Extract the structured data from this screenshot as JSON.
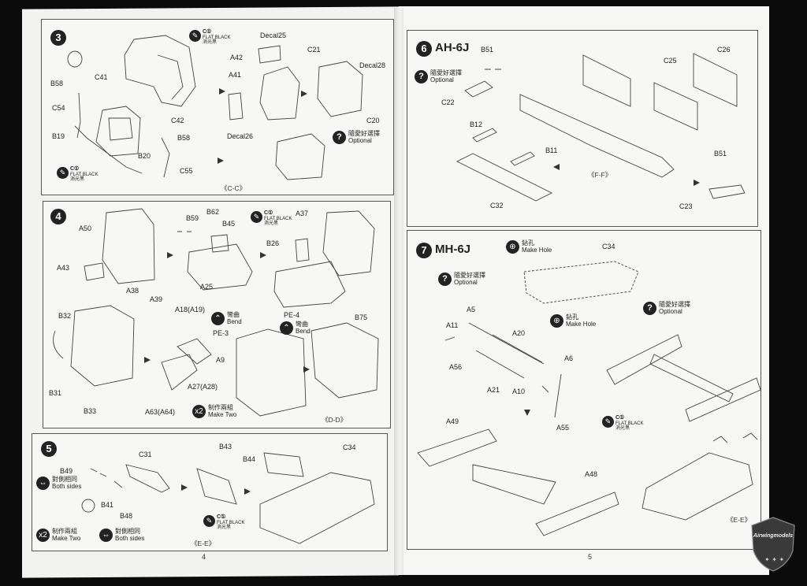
{
  "left_page": {
    "page_number": "4",
    "step3": {
      "number": "3",
      "parts": [
        "Decal25",
        "A42",
        "A41",
        "C41",
        "C42",
        "B58",
        "C54",
        "B19",
        "B20",
        "C55",
        "B58",
        "Decal26",
        "C21",
        "Decal28",
        "C20"
      ],
      "paint_top": {
        "code": "C①",
        "name": "FLAT BLACK",
        "name_cn": "消光黑"
      },
      "paint_bottom": {
        "code": "C①",
        "name": "FLAT BLACK",
        "name_cn": "消光黑"
      },
      "optional_cn": "隨愛好選擇",
      "optional_en": "Optional",
      "caption": "《C-C》"
    },
    "step4": {
      "number": "4",
      "parts": [
        "A50",
        "A43",
        "B59",
        "B62",
        "B45",
        "A37",
        "B26",
        "A25",
        "A38",
        "A39",
        "B32",
        "B31",
        "B33",
        "A18(A19)",
        "A63(A64)",
        "A27(A28)",
        "A9",
        "B75",
        "PE-3",
        "PE-4"
      ],
      "paint": {
        "code": "C①",
        "name": "FLAT BLACK",
        "name_cn": "消光黑"
      },
      "bend1_cn": "彎曲",
      "bend1_en": "Bend",
      "bend2_cn": "彎曲",
      "bend2_en": "Bend",
      "make_two_count": "x2",
      "make_two_cn": "制作兩組",
      "make_two_en": "Make Two",
      "caption": "《D-D》"
    },
    "step5": {
      "number": "5",
      "parts": [
        "C31",
        "B49",
        "B43",
        "B44",
        "C34",
        "B41",
        "B48"
      ],
      "both_sides_cn": "對側相同",
      "both_sides_en": "Both sides",
      "make_two_count": "x2",
      "make_two_cn": "制作兩組",
      "make_two_en": "Make  Two",
      "both_sides2_cn": "對側相同",
      "both_sides2_en": "Both sides",
      "paint": {
        "code": "C①",
        "name": "FLAT BLACK",
        "name_cn": "消光黑"
      },
      "caption": "《E-E》"
    }
  },
  "right_page": {
    "page_number": "5",
    "step6": {
      "number": "6",
      "title": "AH-6J",
      "parts": [
        "B51",
        "C25",
        "C26",
        "C22",
        "B12",
        "B11",
        "C32",
        "B51",
        "C23"
      ],
      "optional_cn": "隨愛好選擇",
      "optional_en": "Optional",
      "caption": "《F-F》"
    },
    "step7": {
      "number": "7",
      "title": "MH-6J",
      "drill1_cn": "鉆孔",
      "drill1_en": "Make Hole",
      "drill2_cn": "鉆孔",
      "drill2_en": "Make Hole",
      "parts": [
        "C34",
        "A5",
        "A11",
        "A20",
        "A6",
        "A56",
        "A21",
        "A10",
        "A55",
        "A49",
        "A48"
      ],
      "optional_cn": "隨愛好選擇",
      "optional_en": "Optional",
      "optional2_cn": "隨愛好選擇",
      "optional2_en": "Optional",
      "paint": {
        "code": "C①",
        "name": "FLAT BLACK",
        "name_cn": "消光黑"
      },
      "caption": "《E-E》"
    }
  },
  "watermark": "Airwingmodels",
  "colors": {
    "background": "#0b0b0b",
    "paper": "#f2f2f0",
    "ink": "#222222"
  }
}
